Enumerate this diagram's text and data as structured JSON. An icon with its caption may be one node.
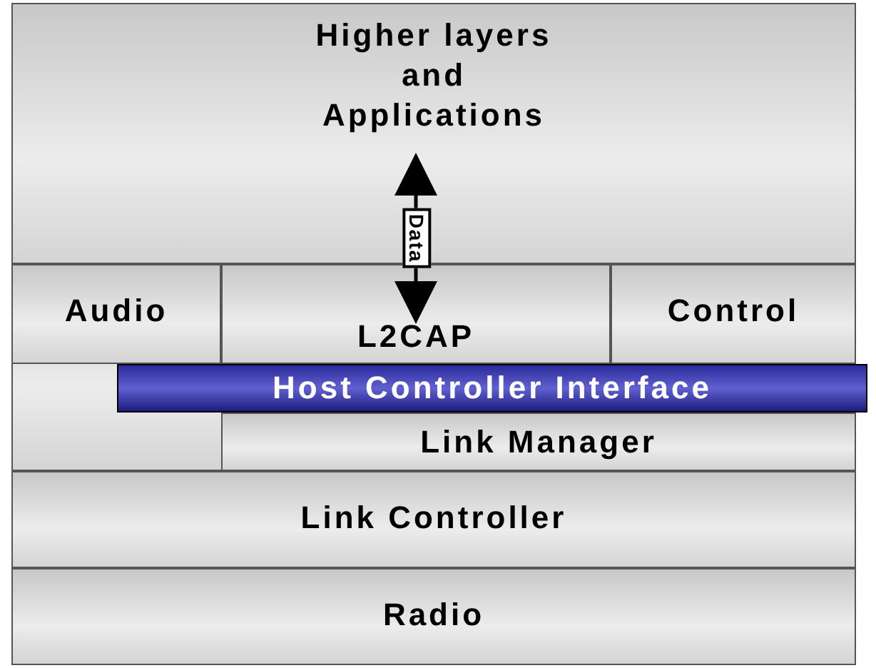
{
  "diagram": {
    "nodes": [
      {
        "text": [
          "Higher layers and Applications"
        ]
      },
      {
        "text": [
          "Audio"
        ]
      },
      {
        "text": [
          "L2CAP"
        ]
      },
      {
        "text": [
          "Control"
        ]
      },
      {
        "text": [
          "Host Controller Interface"
        ]
      },
      {
        "text": [
          "Link Manager"
        ]
      },
      {
        "text": [
          "Link Controller"
        ]
      },
      {
        "text": [
          "Radio"
        ]
      }
    ],
    "edges": [
      {
        "from": 0,
        "to": 2,
        "arrow": "both",
        "label": "Data"
      }
    ]
  }
}
